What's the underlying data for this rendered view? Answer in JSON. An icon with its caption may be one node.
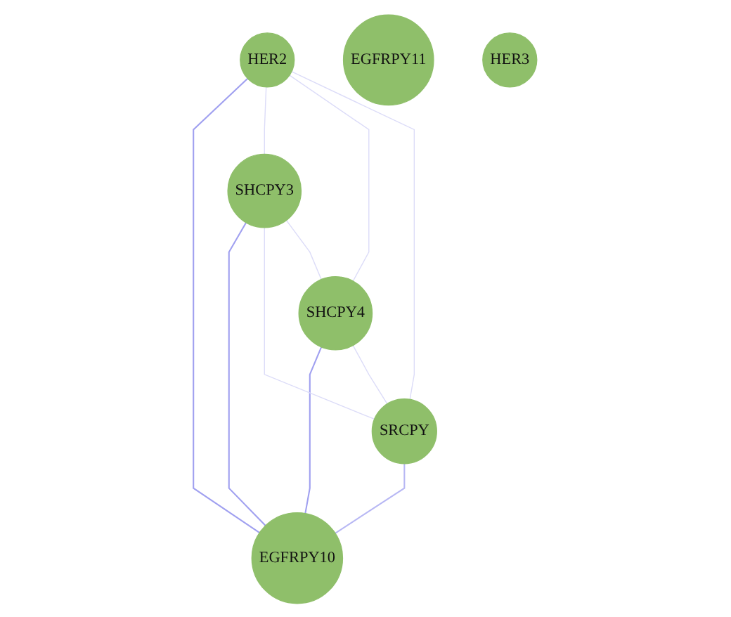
{
  "diagram": {
    "nodes": [
      {
        "text": [
          "HER2"
        ]
      },
      {
        "text": [
          "EGFRPY11"
        ]
      },
      {
        "text": [
          "HER3"
        ]
      },
      {
        "text": [
          "EGFRPY10"
        ]
      },
      {
        "text": [
          "SHCPY3"
        ]
      },
      {
        "text": [
          "SRCPY"
        ]
      },
      {
        "text": [
          "SHCPY4"
        ]
      }
    ],
    "edges": [
      {
        "from": 0,
        "to": 3,
        "arrow": "none",
        "color": "#a0a0f0"
      },
      {
        "from": 0,
        "to": 4,
        "arrow": "none"
      },
      {
        "from": 0,
        "to": 6,
        "arrow": "none"
      },
      {
        "from": 0,
        "to": 5,
        "arrow": "none"
      },
      {
        "from": 4,
        "to": 3,
        "arrow": "none",
        "color": "#a0a0f0"
      },
      {
        "from": 6,
        "to": 3,
        "arrow": "none",
        "color": "#a0a0f0"
      },
      {
        "from": 5,
        "to": 3,
        "arrow": "none",
        "color": "#b8b8f4"
      },
      {
        "from": 4,
        "to": 5,
        "arrow": "none"
      },
      {
        "from": 4,
        "to": 6,
        "arrow": "none"
      },
      {
        "from": 6,
        "to": 5,
        "arrow": "none"
      }
    ]
  }
}
